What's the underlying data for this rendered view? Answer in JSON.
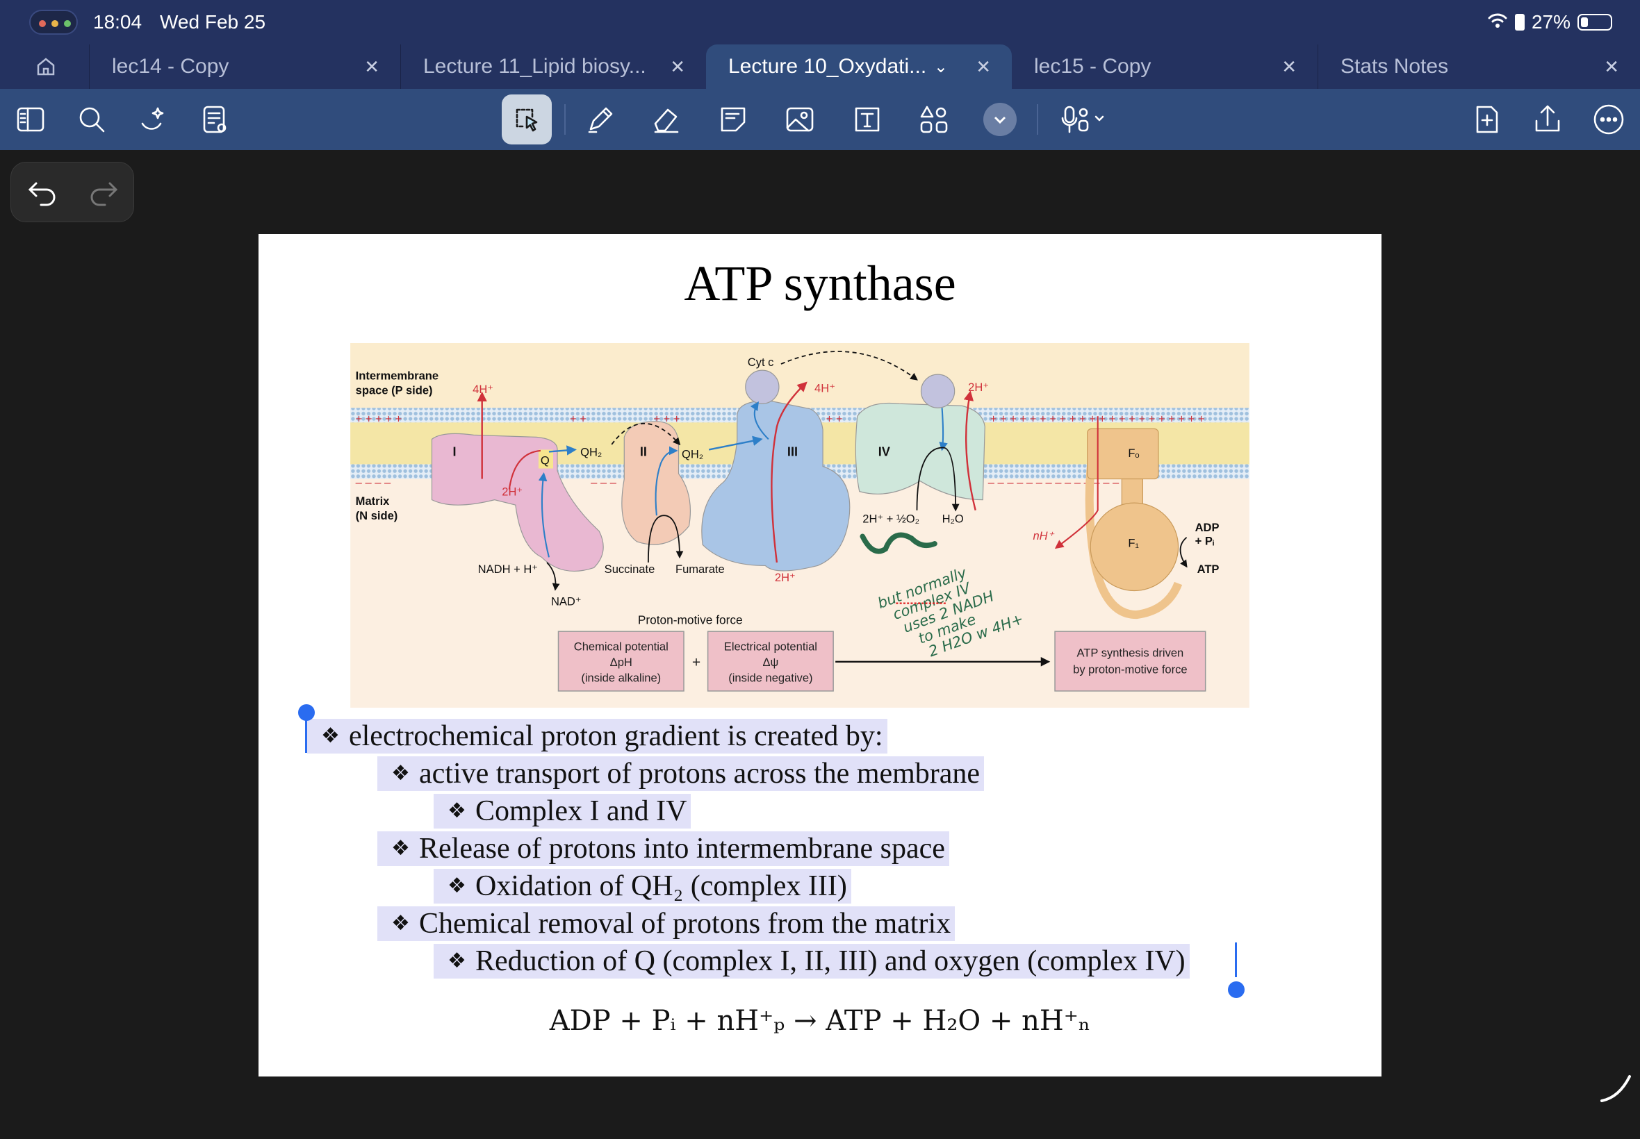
{
  "status": {
    "time": "18:04",
    "date": "Wed Feb 25",
    "battery": "27%",
    "battery_level": 0.27
  },
  "tabs": [
    {
      "label": "lec14 - Copy",
      "active": false
    },
    {
      "label": "Lecture 11_Lipid biosy...",
      "active": false
    },
    {
      "label": "Lecture 10_Oxydati...",
      "active": true
    },
    {
      "label": "lec15 - Copy",
      "active": false
    },
    {
      "label": "Stats Notes",
      "active": false
    }
  ],
  "toolbar": {
    "icons": [
      "sidebar-icon",
      "search-icon",
      "ai-sparkle-icon",
      "document-settings-icon",
      "lasso-icon",
      "pen-icon",
      "eraser-icon",
      "sticky-note-icon",
      "image-icon",
      "text-box-icon",
      "shapes-icon",
      "chevron-down-icon",
      "microphone-icon",
      "add-page-icon",
      "share-icon",
      "more-icon"
    ],
    "selected": "lasso-icon"
  },
  "slide": {
    "title": "ATP synthase",
    "diagram": {
      "intermembrane": "Intermembrane",
      "p_side": "space (P side)",
      "matrix": "Matrix",
      "n_side": "(N side)",
      "c1": "I",
      "c2": "II",
      "c3": "III",
      "c4": "IV",
      "q": "Q",
      "qh2": "QH₂",
      "cytc": "Cyt c",
      "h4": "4H⁺",
      "h2": "2H⁺",
      "nadh": "NADH + H⁺",
      "nad": "NAD⁺",
      "succ": "Succinate",
      "fum": "Fumarate",
      "o2": "2H⁺ + ½O₂",
      "h2o": "H₂O",
      "nh": "nH⁺",
      "fo": "Fₒ",
      "f1": "F₁",
      "adp": "ADP",
      "pi": "+ Pᵢ",
      "atp": "ATP",
      "pmf": "Proton-motive force",
      "chem": [
        "Chemical potential",
        "ΔpH",
        "(inside alkaline)"
      ],
      "elec": [
        "Electrical potential",
        "Δψ",
        "(inside negative)"
      ],
      "plus": "+",
      "synth": [
        "ATP synthesis driven",
        "by proton-motive force"
      ],
      "handwriting": [
        "but normally",
        "complex IV",
        "uses 2 NADH",
        "to make",
        "2 H2O w 4H+"
      ],
      "colors": {
        "c1": "#e9b8d2",
        "c2": "#f3cbb6",
        "c3": "#a9c5e6",
        "c4": "#cfe7db",
        "atpase": "#efc48c",
        "cyt": "#c2c2de",
        "proton": "#d0313a",
        "electron": "#2d7fc8",
        "ink": "#2a6b4a"
      }
    },
    "bullets": [
      {
        "level": 0,
        "text": "electrochemical proton gradient is created by:"
      },
      {
        "level": 1,
        "text": "active transport of protons across the membrane"
      },
      {
        "level": 2,
        "text": "Complex I and IV"
      },
      {
        "level": 1,
        "text": "Release of protons into intermembrane space"
      },
      {
        "level": 2,
        "text": "Oxidation of QH₂ (complex III)"
      },
      {
        "level": 1,
        "text": "Chemical removal of protons from the matrix"
      },
      {
        "level": 2,
        "text": "Reduction of Q (complex I, II, III) and oxygen (complex IV)"
      }
    ],
    "bullet_glyph": "❖",
    "equation": "ADP + Pᵢ + nH⁺ₚ  →  ATP + H₂O + nH⁺ₙ"
  }
}
